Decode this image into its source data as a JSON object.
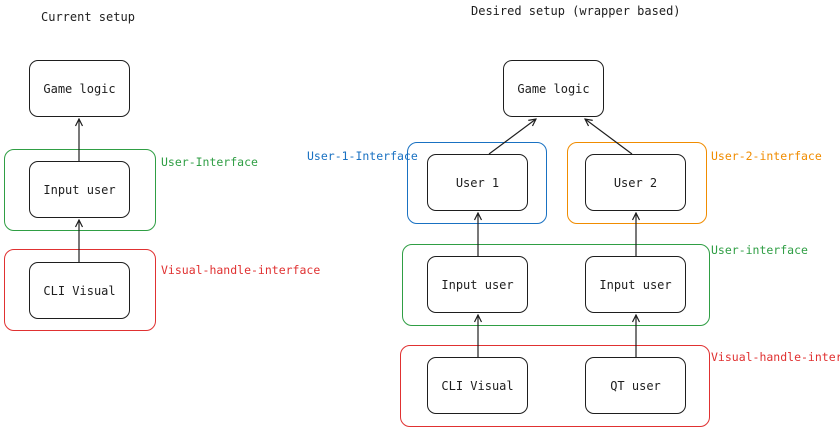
{
  "left": {
    "title": "Current setup",
    "boxes": {
      "game_logic": "Game logic",
      "input_user": "Input user",
      "cli_visual": "CLI Visual"
    },
    "groups": {
      "user_interface": "User-Interface",
      "visual_handle_interface": "Visual-handle-interface"
    }
  },
  "right": {
    "title": "Desired setup (wrapper based)",
    "boxes": {
      "game_logic": "Game logic",
      "user_1": "User 1",
      "user_2": "User 2",
      "input_user_1": "Input user",
      "input_user_2": "Input user",
      "cli_visual": "CLI Visual",
      "qt_user": "QT user"
    },
    "groups": {
      "user_1_interface": "User-1-Interface",
      "user_2_interface": "User-2-interface",
      "user_interface": "User-interface",
      "visual_handle_interface": "Visual-handle-interface"
    }
  },
  "colors": {
    "user_interface": "#2f9e44",
    "visual_handle": "#e03131",
    "user_1": "#1971c2",
    "user_2": "#f08c00",
    "stroke": "#1e1e1e"
  }
}
